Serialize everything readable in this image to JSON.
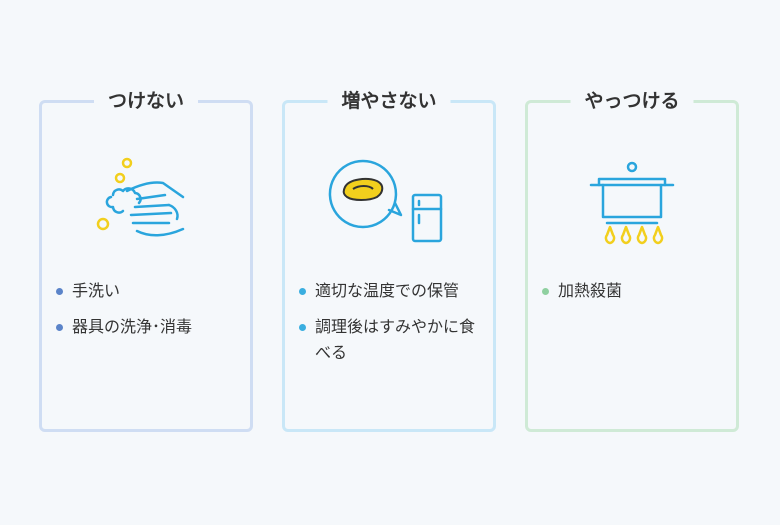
{
  "colors": {
    "card1_border": "#cfddf3",
    "card2_border": "#c9e7f7",
    "card3_border": "#cfead6",
    "card1_bullet": "#5b84c9",
    "card2_bullet": "#3aaee0",
    "card3_bullet": "#8fd0a0",
    "icon_line": "#2aa5dd",
    "icon_accent": "#f2cf1d"
  },
  "cards": [
    {
      "title": "つけない",
      "icon": "washing-hands-icon",
      "items": [
        "手洗い",
        "器具の洗浄･消毒"
      ]
    },
    {
      "title": "増やさない",
      "icon": "food-and-refrigerator-icon",
      "items": [
        "適切な温度での保管",
        "調理後はすみやかに食べる"
      ]
    },
    {
      "title": "やっつける",
      "icon": "pot-on-stove-icon",
      "items": [
        "加熱殺菌"
      ]
    }
  ]
}
